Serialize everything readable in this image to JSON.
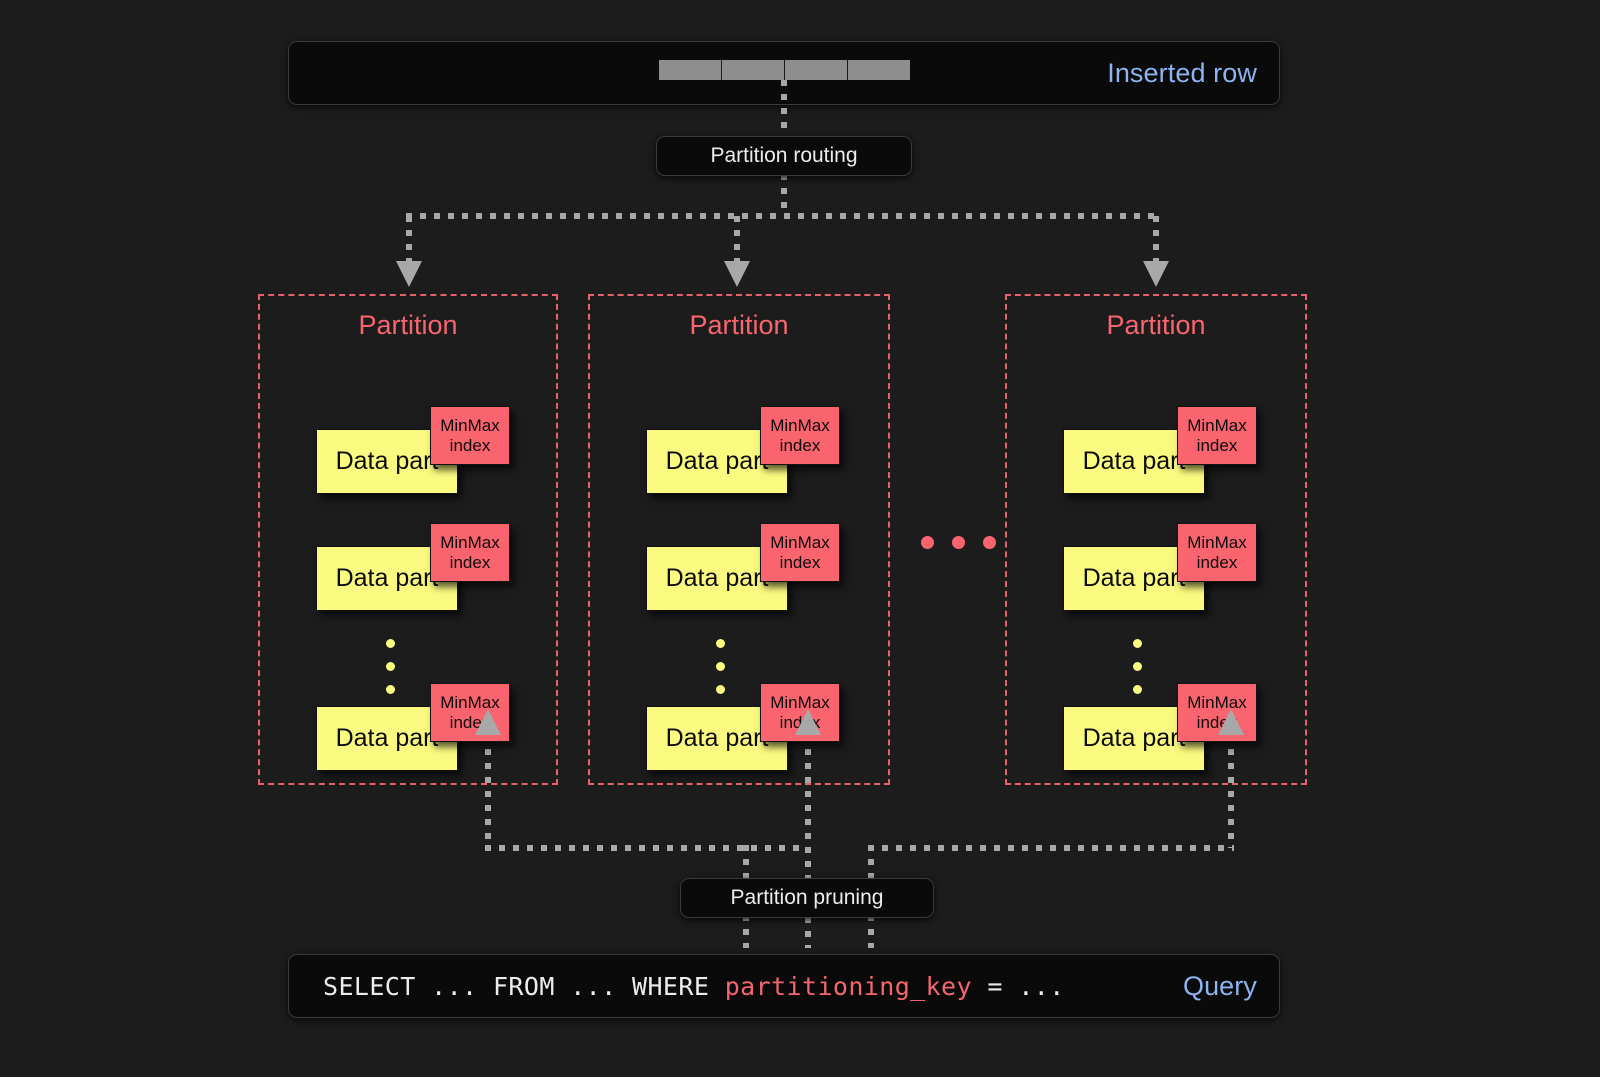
{
  "inserted_row": {
    "label": "Inserted row",
    "cells": [
      "",
      "",
      "",
      ""
    ],
    "label_color": "#8cb4f0"
  },
  "routing": {
    "label": "Partition routing"
  },
  "pruning": {
    "label": "Partition pruning"
  },
  "partitions": [
    {
      "title": "Partition",
      "parts": [
        {
          "data_part": "Data part",
          "index": "MinMax index"
        },
        {
          "data_part": "Data part",
          "index": "MinMax index"
        },
        {
          "data_part": "Data part",
          "index": "MinMax index"
        }
      ],
      "vertical_ellipsis": "⋮"
    },
    {
      "title": "Partition",
      "parts": [
        {
          "data_part": "Data part",
          "index": "MinMax index"
        },
        {
          "data_part": "Data part",
          "index": "MinMax index"
        },
        {
          "data_part": "Data part",
          "index": "MinMax index"
        }
      ],
      "vertical_ellipsis": "⋮"
    },
    {
      "title": "Partition",
      "parts": [
        {
          "data_part": "Data part",
          "index": "MinMax index"
        },
        {
          "data_part": "Data part",
          "index": "MinMax index"
        },
        {
          "data_part": "Data part",
          "index": "MinMax index"
        }
      ],
      "vertical_ellipsis": "⋮"
    }
  ],
  "partition_ellipsis": "…",
  "query": {
    "label": "Query",
    "prefix": "SELECT ... FROM ... WHERE ",
    "keyword": "partitioning_key",
    "suffix": " = ...",
    "full_text": "SELECT ... FROM ... WHERE partitioning_key = ...",
    "label_color": "#8cb4f0",
    "keyword_color": "#f5656f"
  },
  "colors": {
    "background": "#1c1c1c",
    "data_part": "#fafa80",
    "minmax_index": "#f9646f",
    "partition_border": "#e8606c",
    "connector": "#a8a8a8",
    "bar_fill": "#0a0a0a"
  }
}
